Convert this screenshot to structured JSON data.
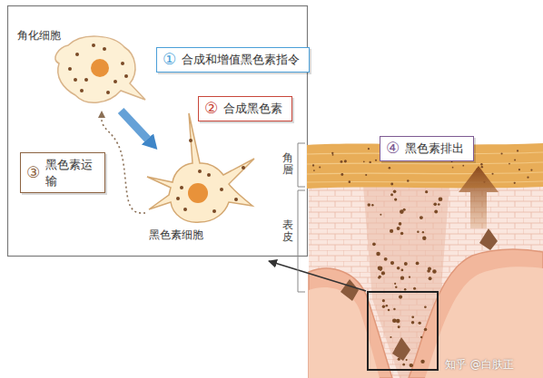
{
  "diagram": {
    "nodes": [
      {
        "text": [
          "角化细胞"
        ]
      },
      {
        "text": [
          "①",
          "合成和增值黑色素指令"
        ]
      },
      {
        "text": [
          "②",
          "合成黑色素"
        ]
      },
      {
        "text": [
          "③",
          "黑色素运 输"
        ]
      },
      {
        "text": [
          "黑色素细胞"
        ]
      },
      {
        "text": [
          "④",
          "黑色素排出"
        ]
      }
    ],
    "edges": [
      {
        "from": 0,
        "to": 4,
        "arrow": "to"
      },
      {
        "from": 4,
        "to": 0,
        "arrow": "to"
      }
    ],
    "labels": [
      "角層",
      "表皮",
      "知乎 @白肤正"
    ]
  }
}
